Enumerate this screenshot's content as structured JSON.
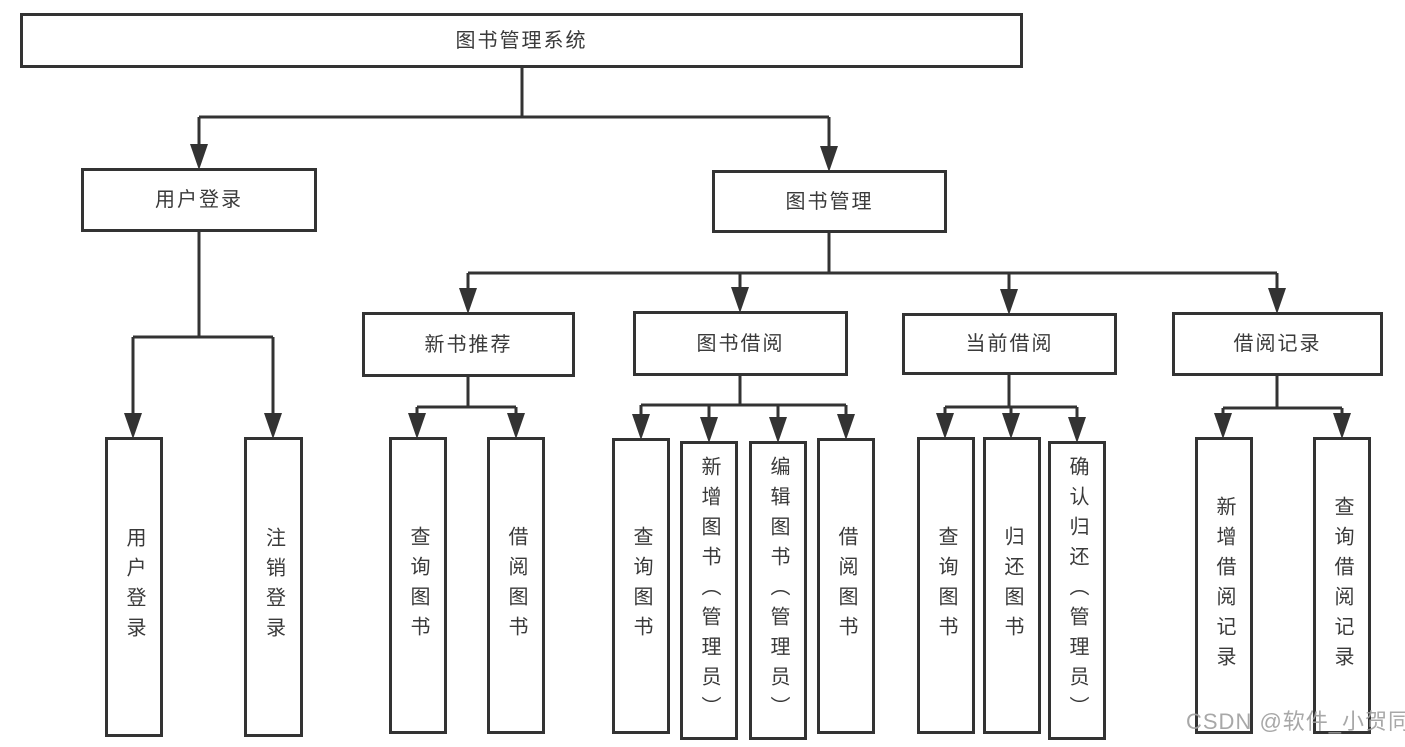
{
  "tree": {
    "root": {
      "label": "图书管理系统"
    },
    "children": [
      {
        "label": "用户登录",
        "children": [
          {
            "label": "用户登录"
          },
          {
            "label": "注销登录"
          }
        ]
      },
      {
        "label": "图书管理",
        "children": [
          {
            "label": "新书推荐",
            "children": [
              {
                "label": "查询图书"
              },
              {
                "label": "借阅图书"
              }
            ]
          },
          {
            "label": "图书借阅",
            "children": [
              {
                "label": "查询图书"
              },
              {
                "label": "新增图书（管理员）"
              },
              {
                "label": "编辑图书（管理员）"
              },
              {
                "label": "借阅图书"
              }
            ]
          },
          {
            "label": "当前借阅",
            "children": [
              {
                "label": "查询图书"
              },
              {
                "label": "归还图书"
              },
              {
                "label": "确认归还（管理员）"
              }
            ]
          },
          {
            "label": "借阅记录",
            "children": [
              {
                "label": "新增借阅记录"
              },
              {
                "label": "查询借阅记录"
              }
            ]
          }
        ]
      }
    ]
  },
  "watermark": {
    "text": "CSDN @软件_小贺同学"
  },
  "colors": {
    "line": "#333333",
    "box_border": "#333333",
    "box_background": "#ffffff",
    "text": "#3a3a3a",
    "watermark": "#9e9e9e",
    "background": "#ffffff"
  }
}
